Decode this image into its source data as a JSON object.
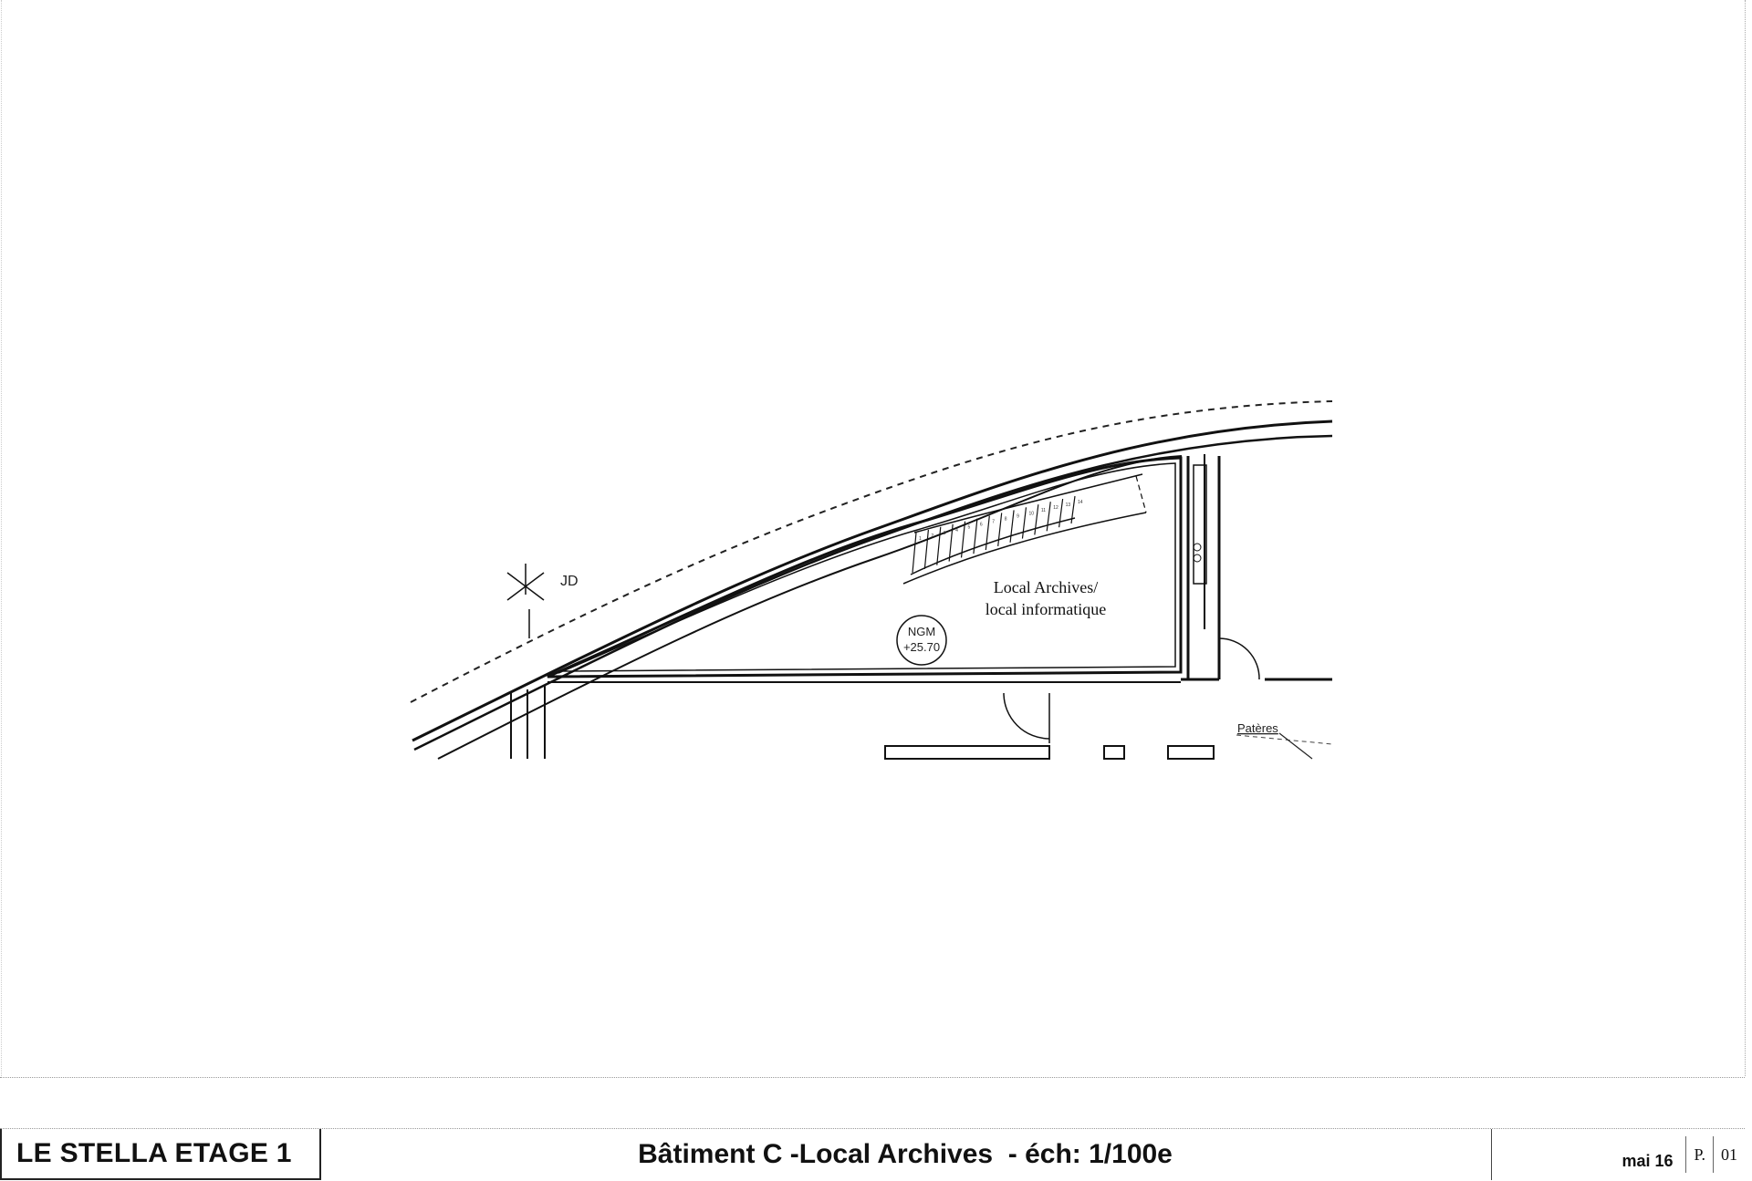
{
  "plan": {
    "room_name_line1": "Local Archives/",
    "room_name_line2": "local informatique",
    "level_marker_line1": "NGM",
    "level_marker_line2": "+25.70",
    "compass_label": "JD",
    "patères_label": "Patères",
    "stair_step_numbers": [
      "1",
      "2",
      "3",
      "4",
      "5",
      "6",
      "7",
      "8",
      "9",
      "10",
      "11",
      "12",
      "13",
      "14"
    ]
  },
  "title_block": {
    "project": "LE STELLA ETAGE 1",
    "title": "Bâtiment C -Local Archives  - éch: 1/100e",
    "date": "mai 16",
    "page_prefix": "P.",
    "page_number": "01"
  }
}
